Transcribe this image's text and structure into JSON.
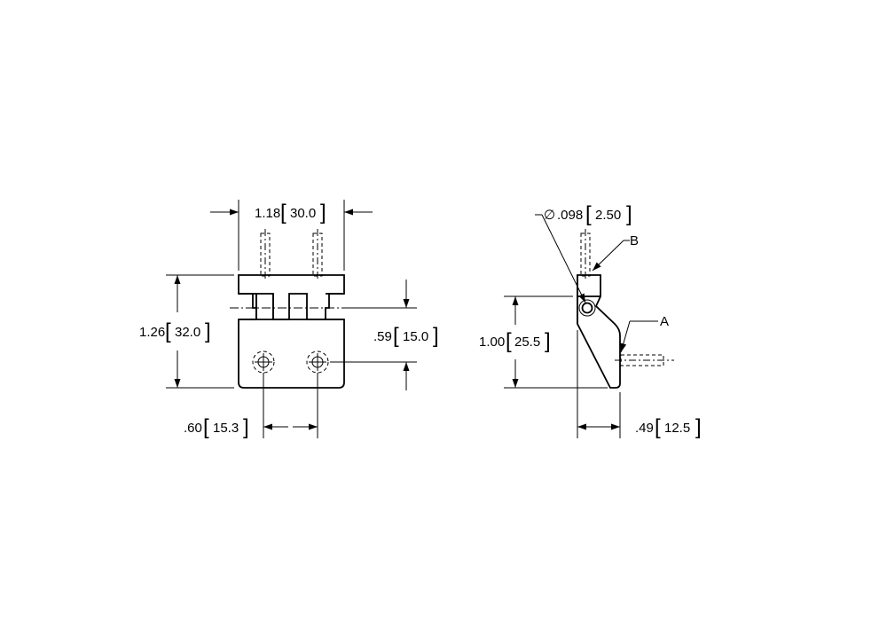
{
  "dimensions": {
    "width_top": {
      "inch": "1.18",
      "mm": "30.0"
    },
    "height_left": {
      "inch": "1.26",
      "mm": "32.0"
    },
    "slot_depth": {
      "inch": ".59",
      "mm": "15.0"
    },
    "hole_spacing": {
      "inch": ".60",
      "mm": "15.3"
    },
    "hole_diameter": {
      "symbol": "∅",
      "inch": ".098",
      "mm": "2.50"
    },
    "side_height": {
      "inch": "1.00",
      "mm": "25.5"
    },
    "side_depth": {
      "inch": ".49",
      "mm": "12.5"
    }
  },
  "callouts": {
    "a": "A",
    "b": "B"
  },
  "brackets": {
    "open": "[",
    "close": "]"
  }
}
